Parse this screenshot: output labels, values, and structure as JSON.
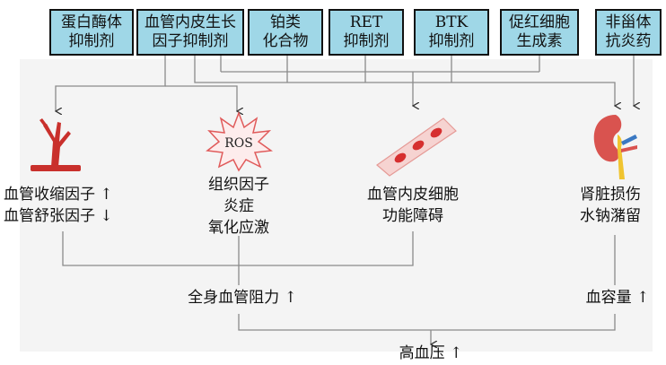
{
  "drugs": [
    {
      "line1": "蛋白酶体",
      "line2": "抑制剂"
    },
    {
      "line1": "血管内皮生长",
      "line2": "因子抑制剂"
    },
    {
      "line1": "铂类",
      "line2": "化合物"
    },
    {
      "line1": "RET",
      "line2": "抑制剂"
    },
    {
      "line1": "BTK",
      "line2": "抑制剂"
    },
    {
      "line1": "促红细胞",
      "line2": "生成素"
    },
    {
      "line1": "非甾体",
      "line2": "抗炎药"
    }
  ],
  "mechanisms": {
    "vessel_factors": {
      "line1": "血管收缩因子 ↑",
      "line2": "血管舒张因子 ↓"
    },
    "ros_icon_text": "ROS",
    "ros_effects": {
      "line1": "组织因子",
      "line2": "炎症",
      "line3": "氧化应激"
    },
    "endothelial": {
      "line1": "血管内皮细胞",
      "line2": "功能障碍"
    },
    "kidney": {
      "line1": "肾脏损伤",
      "line2": "水钠潴留"
    }
  },
  "outcomes": {
    "resistance": "全身血管阻力 ↑",
    "blood_volume": "血容量 ↑",
    "hypertension": "高血压 ↑"
  },
  "colors": {
    "box_fill": "#9fd7e7",
    "vessel_red": "#c9302c",
    "line": "#8a8a8a"
  }
}
